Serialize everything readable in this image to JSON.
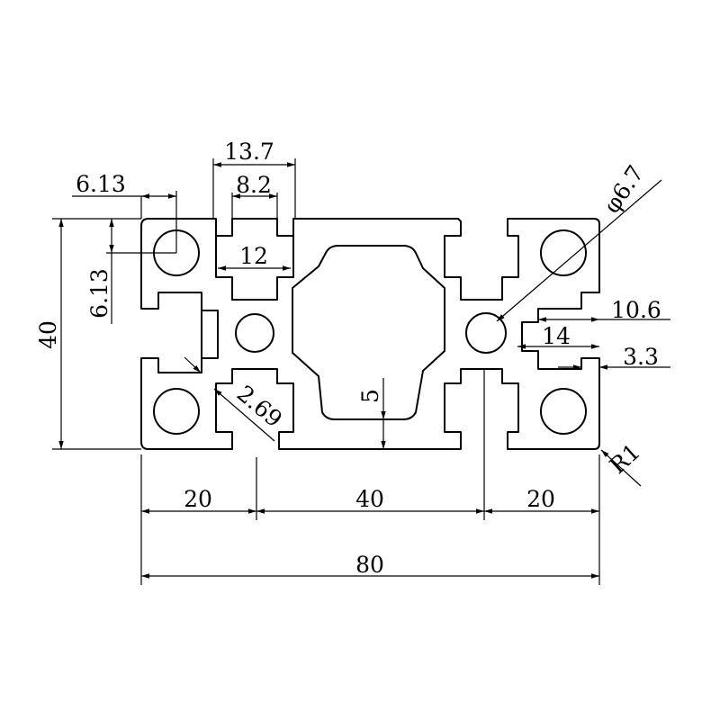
{
  "dimensions": {
    "overall_width": "80",
    "height": "40",
    "left_section": "20",
    "middle_section": "40",
    "right_section": "20",
    "slot_outer": "13.7",
    "slot_opening": "8.2",
    "slot_inner": "12",
    "top_edge_offset": "6.13",
    "side_edge_offset": "6.13",
    "hole_diameter": "φ6.7",
    "wall_thickness": "2.69",
    "core_wall": "5",
    "right_slot_depth": "10.6",
    "right_slot_width": "14",
    "slot_lip": "3.3",
    "corner_radius": "R1"
  },
  "colors": {
    "line": "#000000",
    "background": "#ffffff"
  }
}
